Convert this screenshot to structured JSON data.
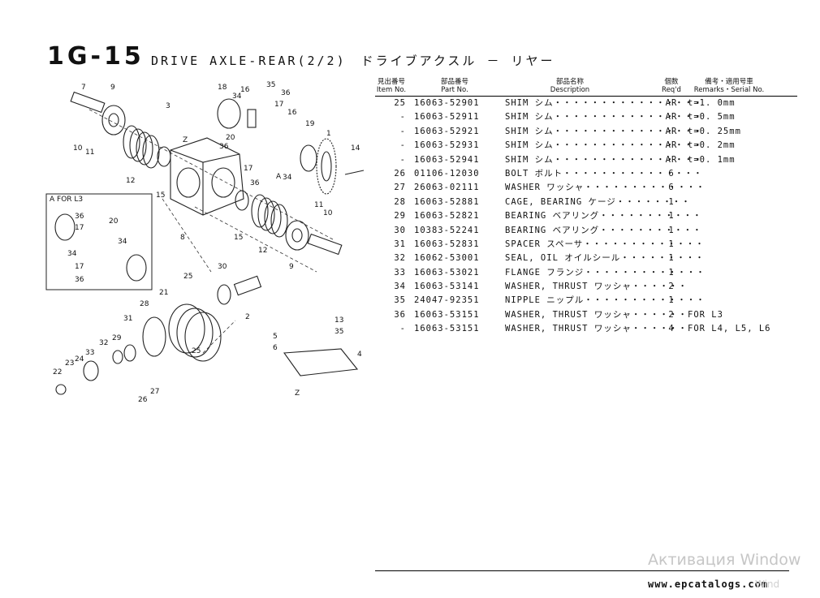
{
  "title": {
    "code": "1G-15",
    "text": "DRIVE AXLE-REAR(2/2)　ドライブアクスル － リヤー"
  },
  "headers": {
    "item_jp": "見出番号",
    "item_en": "Item No.",
    "part_jp": "部品番号",
    "part_en": "Part No.",
    "desc_jp": "部品名称",
    "desc_en": "Description",
    "qty_jp": "個数",
    "qty_en": "Req'd",
    "rem_jp": "備考・適用号車",
    "rem_en": "Remarks・Serial No."
  },
  "rows": [
    {
      "item": "25",
      "part": "16063-52901",
      "desc": "SHIM シム・・・・・・・・・・・・・・・・",
      "qty": "AR",
      "rem": "t=1. 0mm"
    },
    {
      "item": "-",
      "part": "16063-52911",
      "desc": "SHIM シム・・・・・・・・・・・・・・・・",
      "qty": "AR",
      "rem": "t=0. 5mm"
    },
    {
      "item": "-",
      "part": "16063-52921",
      "desc": "SHIM シム・・・・・・・・・・・・・・・・",
      "qty": "AR",
      "rem": "t=0. 25mm"
    },
    {
      "item": "-",
      "part": "16063-52931",
      "desc": "SHIM シム・・・・・・・・・・・・・・・・",
      "qty": "AR",
      "rem": "t=0. 2mm"
    },
    {
      "item": "-",
      "part": "16063-52941",
      "desc": "SHIM シム・・・・・・・・・・・・・・・・",
      "qty": "AR",
      "rem": "t=0. 1mm"
    },
    {
      "item": "26",
      "part": "01106-12030",
      "desc": "BOLT ボルト・・・・・・・・・・・・・・・",
      "qty": "6",
      "rem": ""
    },
    {
      "item": "27",
      "part": "26063-02111",
      "desc": "WASHER ワッシャ・・・・・・・・・・・・・",
      "qty": "6",
      "rem": ""
    },
    {
      "item": "28",
      "part": "16063-52881",
      "desc": "CAGE, BEARING ケージ・・・・・・・・",
      "qty": "1",
      "rem": ""
    },
    {
      "item": "29",
      "part": "16063-52821",
      "desc": "BEARING ベアリング・・・・・・・・・・・",
      "qty": "1",
      "rem": ""
    },
    {
      "item": "30",
      "part": "10383-52241",
      "desc": "BEARING ベアリング・・・・・・・・・・・",
      "qty": "1",
      "rem": ""
    },
    {
      "item": "31",
      "part": "16063-52831",
      "desc": "SPACER スペーサ・・・・・・・・・・・・・",
      "qty": "1",
      "rem": ""
    },
    {
      "item": "32",
      "part": "16062-53001",
      "desc": "SEAL, OIL オイルシール・・・・・・・・・",
      "qty": "1",
      "rem": ""
    },
    {
      "item": "33",
      "part": "16063-53021",
      "desc": "FLANGE フランジ・・・・・・・・・・・・・",
      "qty": "1",
      "rem": ""
    },
    {
      "item": "34",
      "part": "16063-53141",
      "desc": "WASHER, THRUST ワッシャ・・・・・・",
      "qty": "2",
      "rem": ""
    },
    {
      "item": "35",
      "part": "24047-92351",
      "desc": "NIPPLE ニップル・・・・・・・・・・・・・",
      "qty": "1",
      "rem": ""
    },
    {
      "item": "36",
      "part": "16063-53151",
      "desc": "WASHER, THRUST ワッシャ・・・・・・",
      "qty": "2",
      "rem": "FOR L3"
    },
    {
      "item": "-",
      "part": "16063-53151",
      "desc": "WASHER, THRUST ワッシャ・・・・・・",
      "qty": "4",
      "rem": "FOR L4, L5, L6"
    }
  ],
  "diagram": {
    "inset_label": "A FOR L3",
    "callouts": [
      "7",
      "9",
      "3",
      "18",
      "16",
      "35",
      "34",
      "36",
      "17",
      "15",
      "10",
      "11",
      "19",
      "1",
      "14",
      "12",
      "36",
      "20",
      "17",
      "36",
      "A",
      "34",
      "Z",
      "8",
      "15",
      "11",
      "10",
      "12",
      "9",
      "30",
      "25",
      "21",
      "28",
      "2",
      "31",
      "29",
      "32",
      "33",
      "24",
      "23",
      "22",
      "26",
      "27",
      "25",
      "5",
      "13",
      "6",
      "35",
      "4",
      "Z",
      "36",
      "17",
      "20",
      "34",
      "34",
      "17",
      "36"
    ]
  },
  "footer": {
    "url": "www.epcatalogs.com",
    "watermark": "Активация Window",
    "watermark2": "Wind"
  }
}
